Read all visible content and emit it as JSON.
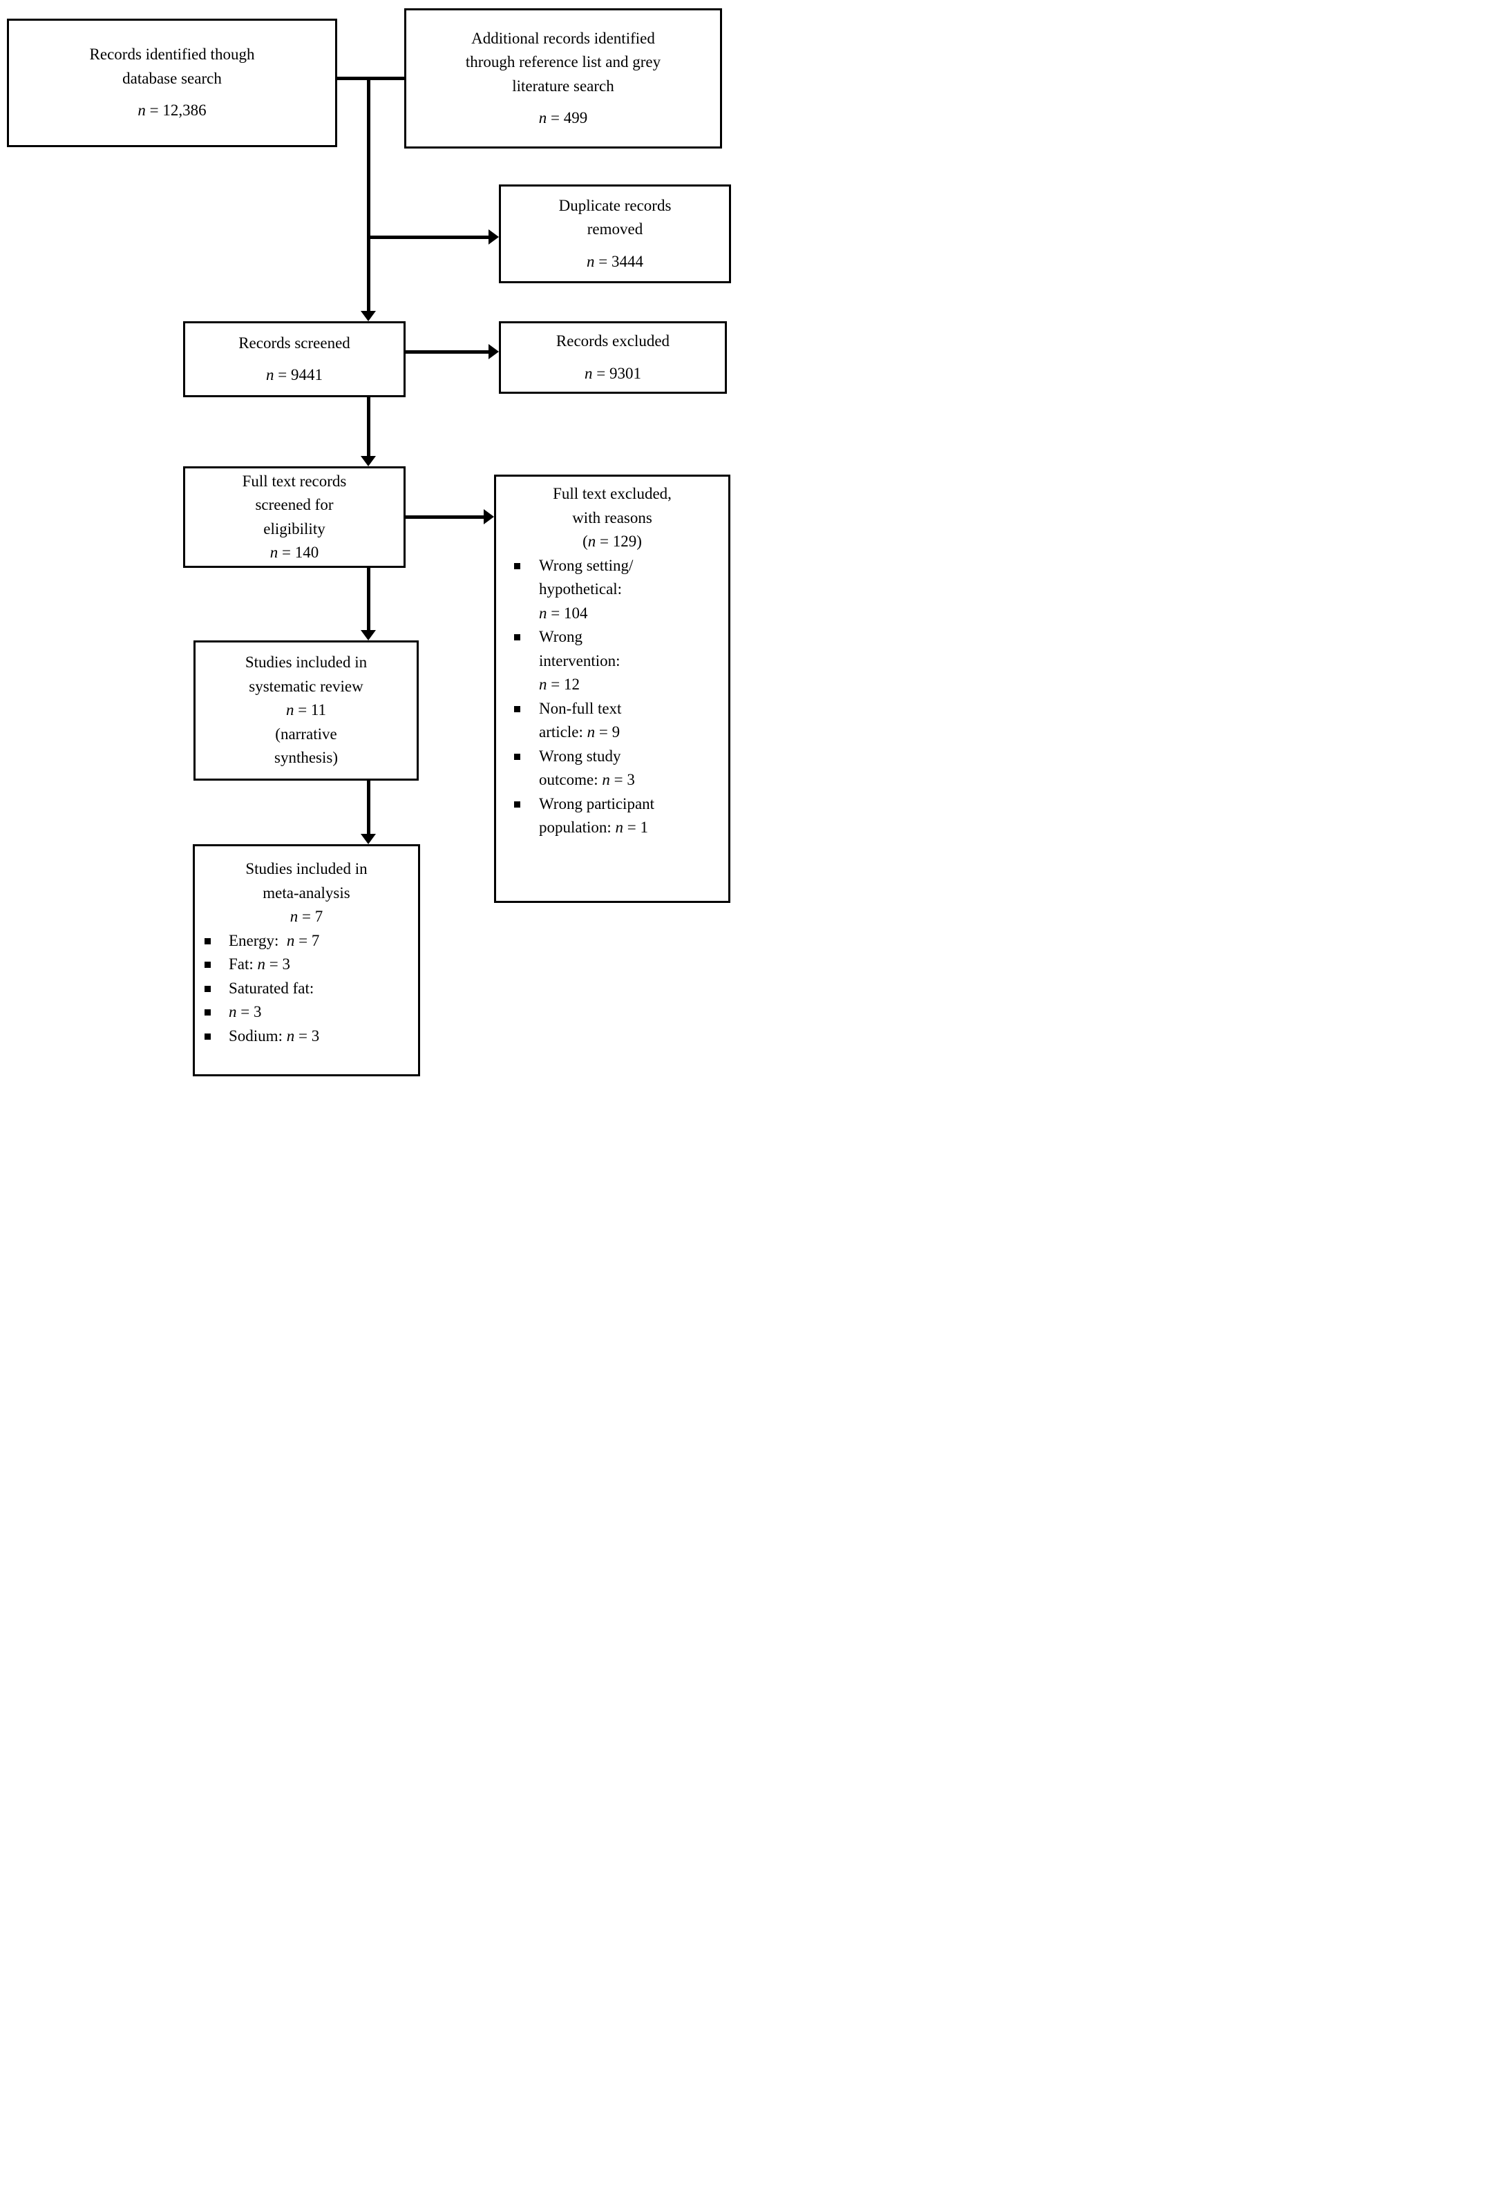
{
  "figure": {
    "background_color": "#ffffff",
    "line_color": "#000000",
    "type": "prisma-flow-diagram"
  },
  "boxes": {
    "identified": {
      "lines": [
        "Records identified though",
        "database search",
        "n = 12,386"
      ]
    },
    "additional": {
      "lines": [
        "Additional records identified",
        "through reference list and grey",
        "literature search",
        "n = 499"
      ]
    },
    "duplicates": {
      "lines": [
        "Duplicate records",
        "removed",
        "n = 3444"
      ]
    },
    "screened": {
      "lines": [
        "Records screened",
        "n = 9441"
      ]
    },
    "excluded": {
      "lines": [
        "Records excluded",
        "n = 9301"
      ]
    },
    "fulltext": {
      "lines": [
        "Full text records",
        "screened for",
        "eligibility",
        "n = 140"
      ]
    },
    "ft_excluded": {
      "lines": [
        "Full text excluded,",
        "with reasons",
        "(n = 129)"
      ],
      "bullets": [
        [
          "Wrong setting/",
          "hypothetical:",
          "n = 104"
        ],
        [
          "Wrong",
          "intervention:",
          "n = 12"
        ],
        [
          "Non-full text",
          "article: n = 9"
        ],
        [
          "Wrong study",
          "outcome: n = 3"
        ],
        [
          "Wrong participant",
          "population: n = 1"
        ]
      ]
    },
    "sysreview": {
      "lines": [
        "Studies included in",
        "systematic review",
        "n = 11",
        "(narrative",
        "synthesis)"
      ]
    },
    "meta": {
      "lines": [
        "Studies included in",
        "meta-analysis",
        "n = 7"
      ],
      "bullets": [
        [
          "Energy:  n = 7"
        ],
        [
          "Fat: n = 3"
        ],
        [
          "Saturated fat:"
        ],
        [
          "n = 3"
        ],
        [
          "Sodium: n = 3"
        ]
      ]
    }
  }
}
